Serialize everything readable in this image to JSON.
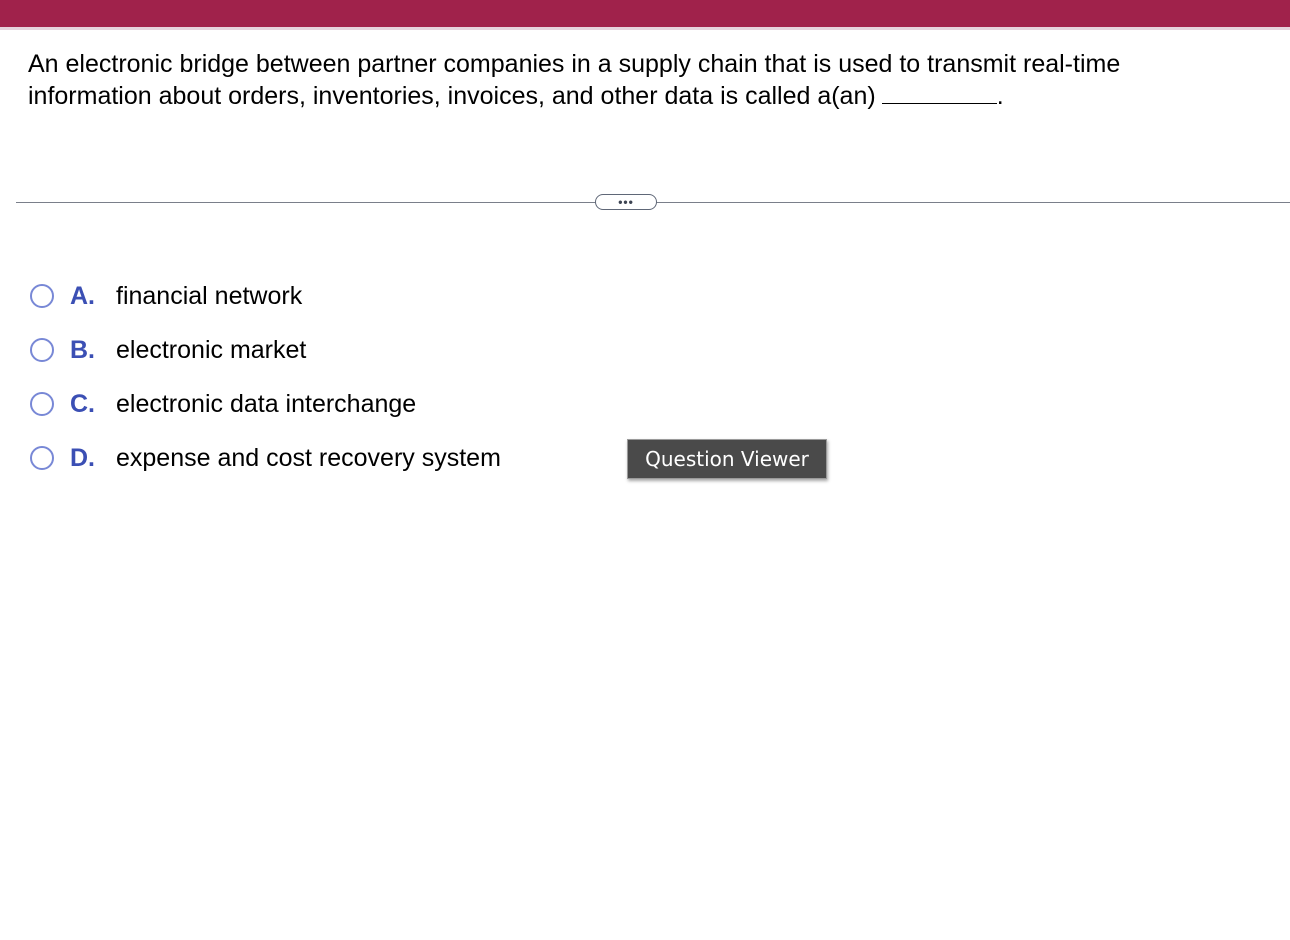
{
  "header": {
    "bar_color": "#a0224b"
  },
  "question": {
    "text": "An electronic bridge between partner companies in a supply chain that is used to transmit real-time information about orders, inventories, invoices, and other data is called a(an)",
    "blank_suffix": "."
  },
  "divider": {
    "more_label": "•••"
  },
  "choices": [
    {
      "letter": "A.",
      "text": "financial network"
    },
    {
      "letter": "B.",
      "text": "electronic market"
    },
    {
      "letter": "C.",
      "text": "electronic data interchange"
    },
    {
      "letter": "D.",
      "text": "expense and cost recovery system"
    }
  ],
  "tooltip": {
    "label": "Question Viewer"
  },
  "colors": {
    "accent": "#3b4fb4",
    "radio_border": "#7888d6"
  }
}
